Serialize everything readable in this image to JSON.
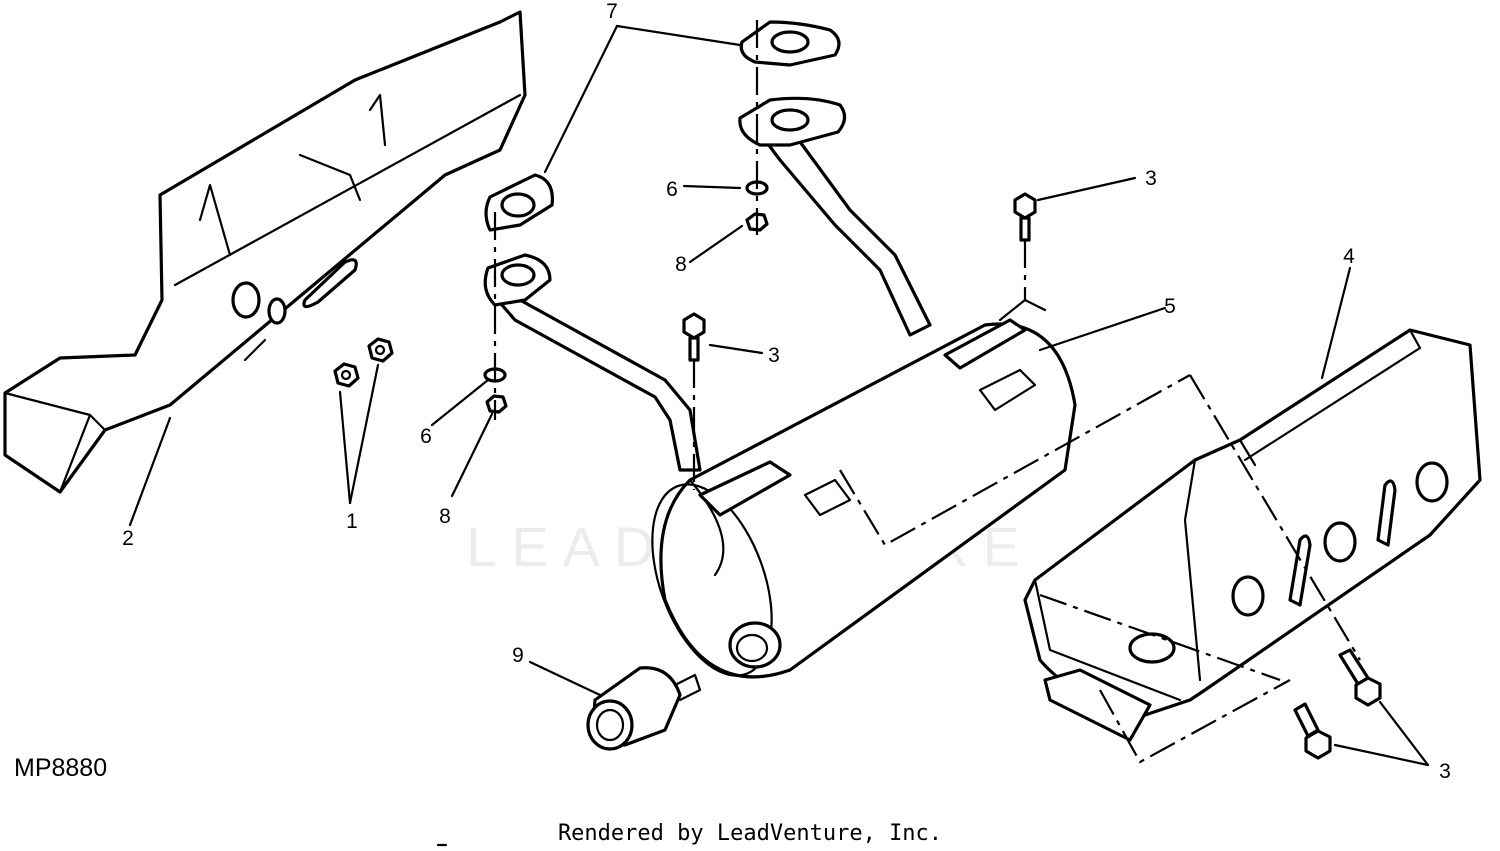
{
  "figure_code": "MP8880",
  "footer_text": "Rendered by LeadVenture, Inc.",
  "watermark_text": "LEADVENTURE",
  "callouts": {
    "c1": "1",
    "c2": "2",
    "c3a": "3",
    "c3b": "3",
    "c3c": "3",
    "c4": "4",
    "c5": "5",
    "c6a": "6",
    "c6b": "6",
    "c7": "7",
    "c8a": "8",
    "c8b": "8",
    "c9": "9"
  }
}
